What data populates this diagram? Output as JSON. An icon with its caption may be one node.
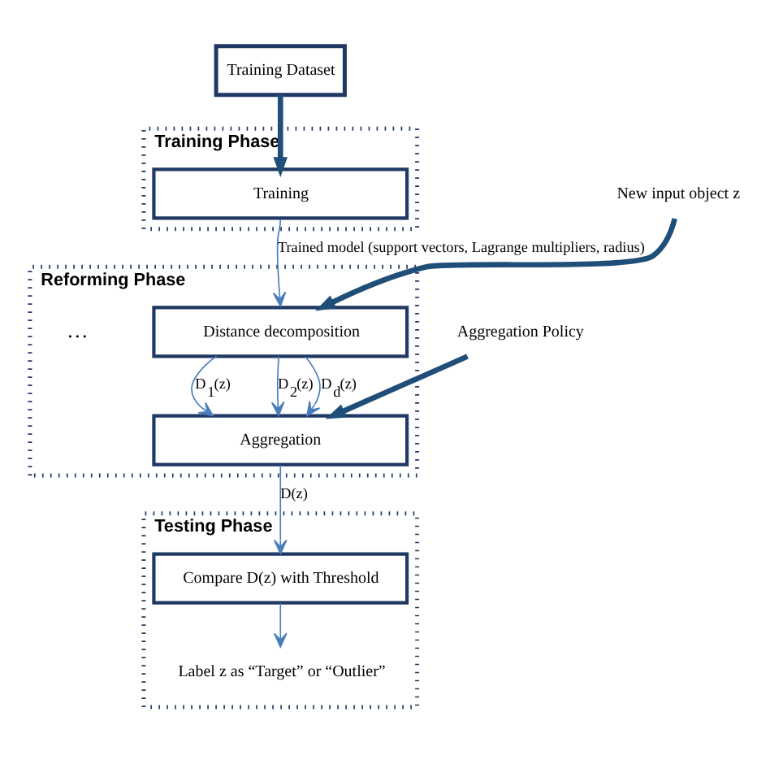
{
  "diagram": {
    "nodes": [
      {
        "text": [
          "Training Dataset"
        ]
      },
      {
        "text": [
          "Training Phase"
        ]
      },
      {
        "text": [
          "Training"
        ],
        "in": 1
      },
      {
        "text": [
          "Reforming Phase"
        ]
      },
      {
        "text": [
          "Distance decomposition"
        ],
        "in": 3
      },
      {
        "text": [
          "Aggregation"
        ],
        "in": 3
      },
      {
        "text": [
          "Testing Phase"
        ]
      },
      {
        "text": [
          "Compare D(z) with Threshold"
        ],
        "in": 6
      },
      {
        "text": [
          "Label z as “Target” or “Outlier”"
        ],
        "in": 6
      },
      {
        "text": [
          "New input object z"
        ]
      },
      {
        "text": [
          "Aggregation Policy"
        ]
      }
    ],
    "edges": [
      {
        "from": 0,
        "to": 2,
        "arrow": "to",
        "style": "thick",
        "color": "#1f4e79"
      },
      {
        "from": 2,
        "to": 4,
        "arrow": "to",
        "label": "Trained model (support vectors, Lagrange multipliers, radius)"
      },
      {
        "from": 9,
        "to": 4,
        "arrow": "to",
        "style": "thick",
        "color": "#1f4e79"
      },
      {
        "from": 4,
        "to": 5,
        "arrow": "to",
        "label": "D$_{1}$(z)"
      },
      {
        "from": 4,
        "to": 5,
        "arrow": "to",
        "label": "D$_{2}$(z)"
      },
      {
        "from": 4,
        "to": 5,
        "arrow": "to",
        "label": "D$_{d}$(z)"
      },
      {
        "from": 10,
        "to": 5,
        "arrow": "to",
        "style": "thick",
        "color": "#1f4e79"
      },
      {
        "from": 5,
        "to": 7,
        "arrow": "to",
        "label": "D(z)"
      },
      {
        "from": 7,
        "to": 8,
        "arrow": "to"
      }
    ],
    "labels": [
      "…"
    ]
  }
}
